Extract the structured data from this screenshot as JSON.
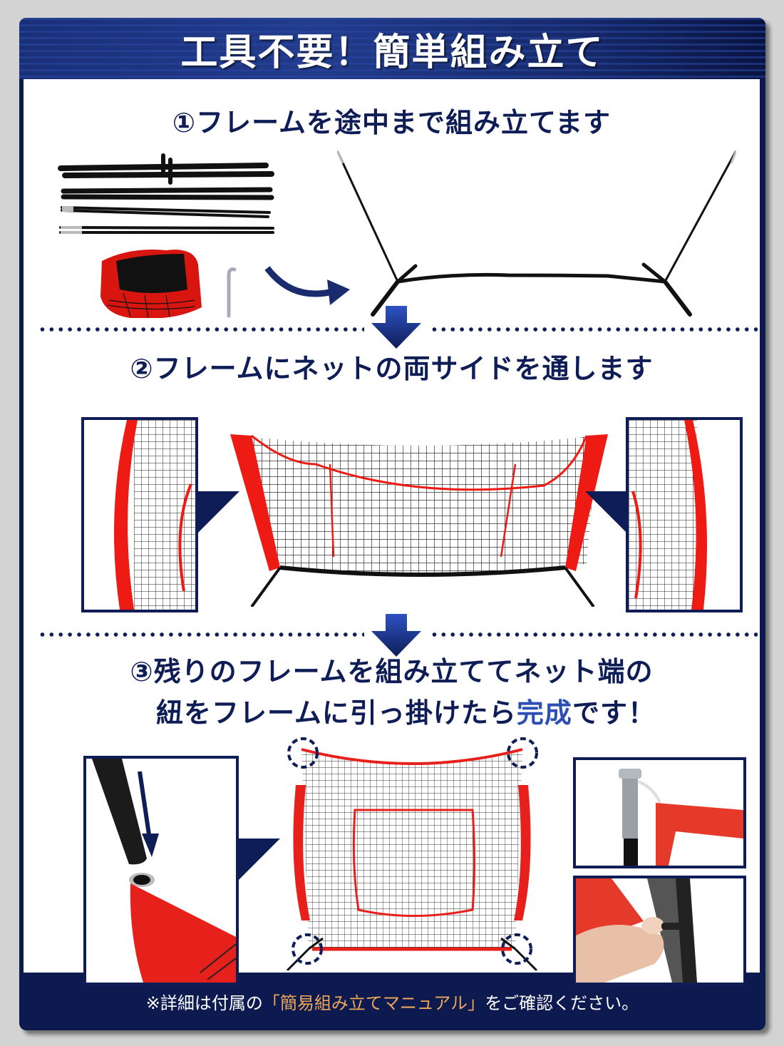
{
  "header": {
    "title": "工具不要！簡単組み立て"
  },
  "steps": [
    {
      "number": "①",
      "title": "①フレームを途中まで組み立てます",
      "images": [
        {
          "label": "frame-parts-and-net-bag"
        },
        {
          "label": "partially-assembled-frame"
        }
      ]
    },
    {
      "number": "②",
      "title": "②フレームにネットの両サイドを通します",
      "images": [
        {
          "label": "left-side-closeup"
        },
        {
          "label": "net-threaded-on-frame"
        },
        {
          "label": "right-side-closeup"
        }
      ]
    },
    {
      "number": "③",
      "title_line1": "③残りのフレームを組み立ててネット端の",
      "title_line2_pre": "紐をフレームに引っ掛けたら",
      "title_line2_accent": "完成",
      "title_line2_post": "です！",
      "images": [
        {
          "label": "pole-insert-closeup"
        },
        {
          "label": "completed-net"
        },
        {
          "label": "cord-hook-top-closeup"
        },
        {
          "label": "cord-hook-bottom-closeup"
        }
      ]
    }
  ],
  "footer": {
    "prefix": "※詳細は付属の",
    "highlight": "「簡易組み立てマニュアル」",
    "suffix": "をご確認ください。"
  },
  "colors": {
    "navy": "#0f1d57",
    "frame_navy": "#0c1a4f",
    "accent_blue": "#2d4fb4",
    "net_red": "#e8201c",
    "footer_highlight": "#f0a65a",
    "background": "#d3d3d3"
  }
}
